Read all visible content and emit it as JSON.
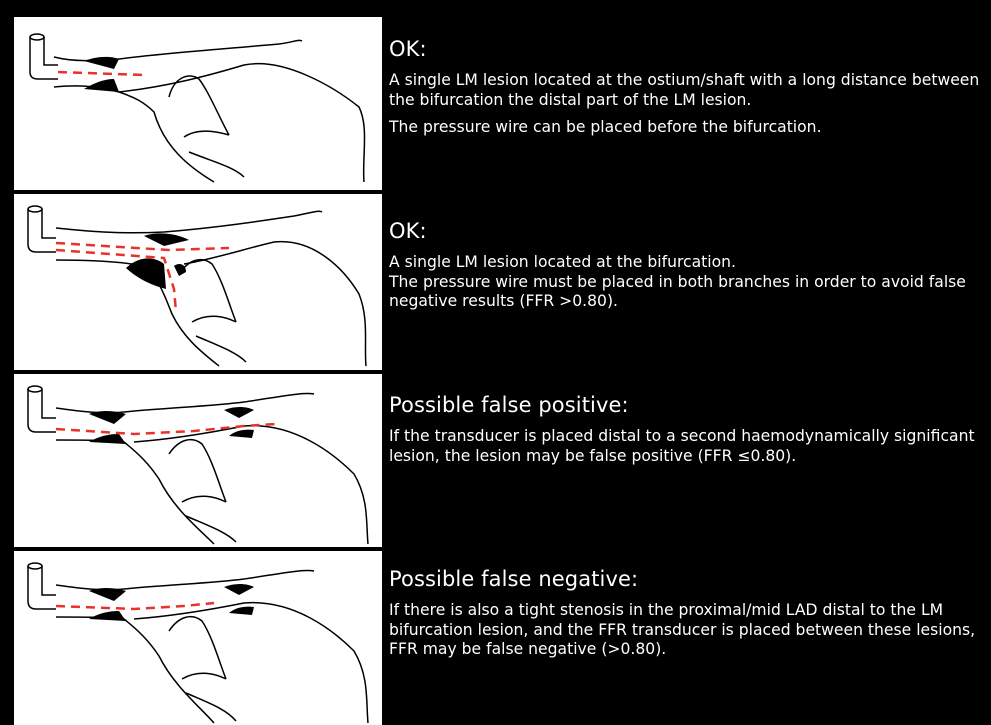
{
  "colors": {
    "background": "#000000",
    "panel": "#ffffff",
    "vessel_outline": "#000000",
    "lesion": "#000000",
    "pressure_wire": "#e8322a",
    "text": "#ffffff"
  },
  "sections": [
    {
      "heading": "OK:",
      "paragraphs": [
        "A single LM lesion located at the ostium/shaft  with a long distance between the bifurcation the distal part of the LM lesion.",
        "The pressure wire can be placed before the bifurcation."
      ]
    },
    {
      "heading": "OK:",
      "paragraphs": [
        "A single LM lesion located at the bifurcation.",
        "The pressure wire must be placed in both branches in order to avoid false negative results (FFR >0.80)."
      ]
    },
    {
      "heading": "Possible false positive:",
      "paragraphs": [
        "If the transducer is placed distal to a second haemodynamically significant lesion, the lesion may be false positive (FFR ≤0.80)."
      ]
    },
    {
      "heading": "Possible false negative:",
      "paragraphs": [
        "If there is also a tight stenosis in the proximal/mid LAD distal to the LM bifurcation lesion, and the FFR transducer is placed between these lesions, FFR may be false negative (>0.80)."
      ]
    }
  ]
}
